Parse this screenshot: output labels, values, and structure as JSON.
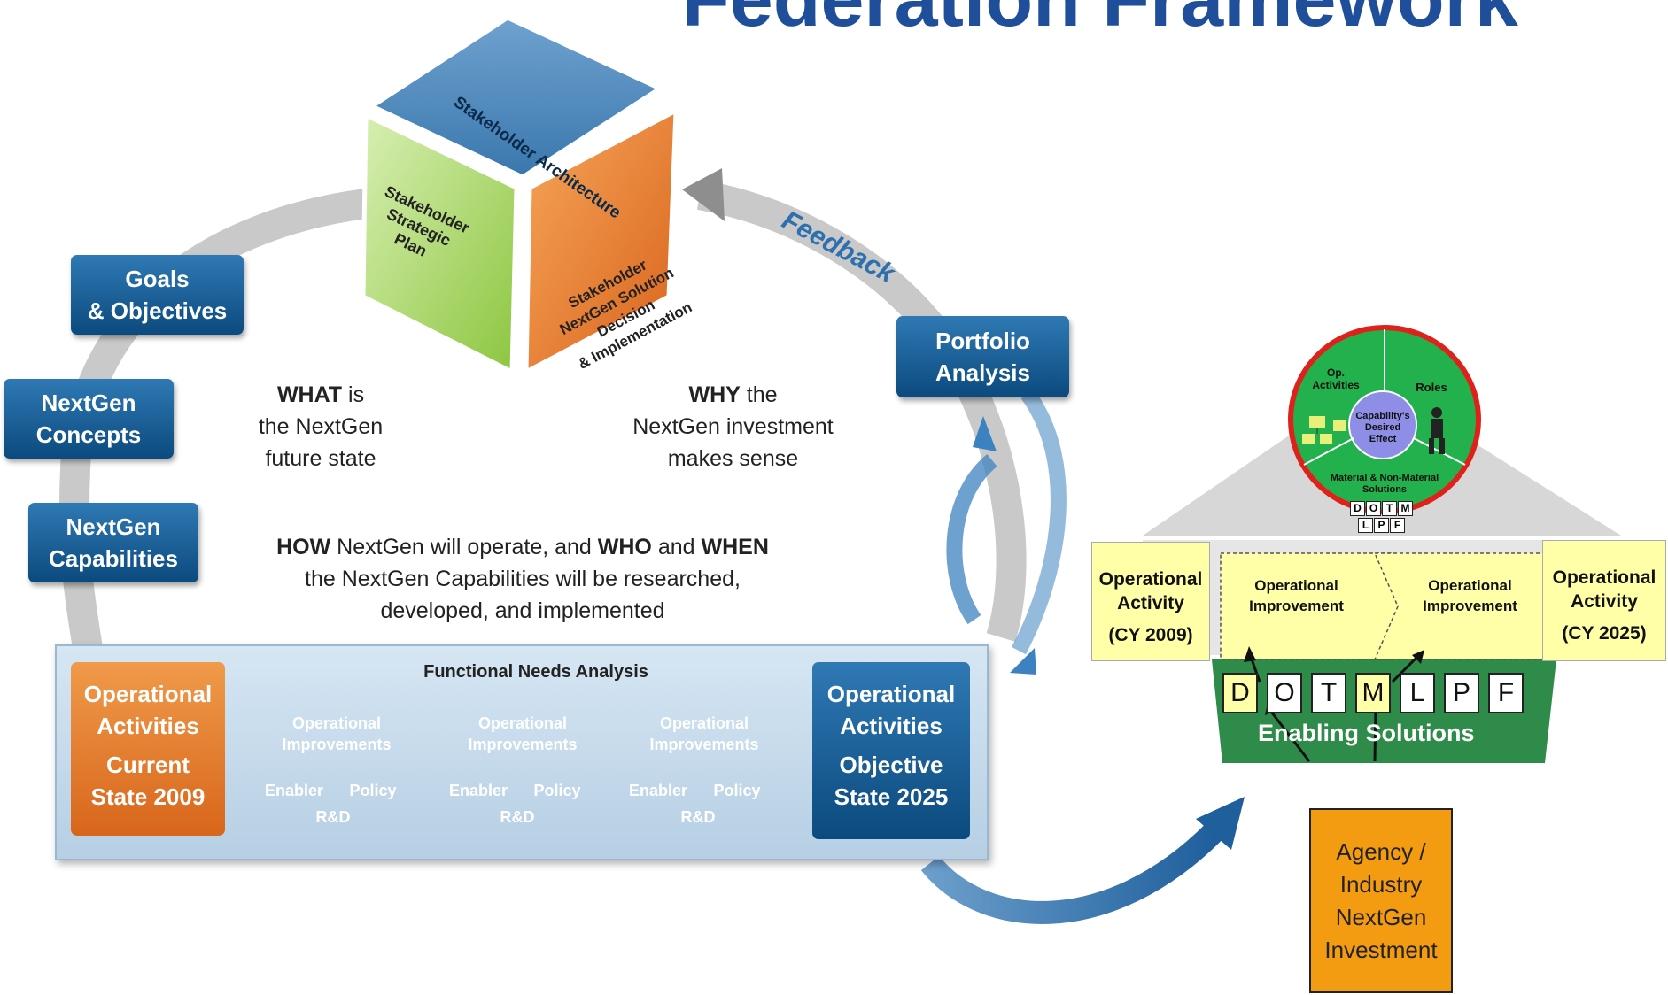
{
  "title": "Federation Framework",
  "cube": {
    "top": "Stakeholder Architecture",
    "left": [
      "Stakeholder",
      "Strategic",
      "Plan"
    ],
    "right": [
      "Stakeholder",
      "NextGen Solution",
      "Decision",
      "& Implementation"
    ]
  },
  "feedback": "Feedback",
  "boxes": {
    "goals": [
      "Goals",
      "& Objectives"
    ],
    "concepts": [
      "NextGen",
      "Concepts"
    ],
    "capabilities": [
      "NextGen",
      "Capabilities"
    ],
    "portfolio": [
      "Portfolio",
      "Analysis"
    ]
  },
  "statements": {
    "what": {
      "bold": "WHAT",
      "rest1": " is",
      "line2": "the NextGen",
      "line3": "future state"
    },
    "why": {
      "bold": "WHY",
      "rest1": " the",
      "line2": "NextGen investment",
      "line3": "makes sense"
    },
    "how": {
      "how": "HOW",
      "t1": " NextGen will operate, and ",
      "who": "WHO",
      "t2": " and ",
      "when": "WHEN",
      "line2": "the NextGen Capabilities will be researched,",
      "line3": "developed, and implemented"
    }
  },
  "fna": {
    "title": "Functional Needs Analysis",
    "current": [
      "Operational",
      "Activities",
      "Current",
      "State 2009"
    ],
    "objective": [
      "Operational",
      "Activities",
      "Objective",
      "State 2025"
    ],
    "improvements": [
      {
        "label1": "Operational",
        "label2": "Improvements",
        "enabler": "Enabler",
        "policy": "Policy",
        "rd": "R&D"
      },
      {
        "label1": "Operational",
        "label2": "Improvements",
        "enabler": "Enabler",
        "policy": "Policy",
        "rd": "R&D"
      },
      {
        "label1": "Operational",
        "label2": "Improvements",
        "enabler": "Enabler",
        "policy": "Policy",
        "rd": "R&D"
      }
    ]
  },
  "capability": {
    "op_activities": [
      "Op.",
      "Activities"
    ],
    "roles": "Roles",
    "center": [
      "Capability's",
      "Desired",
      "Effect"
    ],
    "solutions": [
      "Material & Non-Material",
      "Solutions"
    ],
    "mini_dotm": [
      "D",
      "O",
      "T",
      "M"
    ],
    "mini_lpf": [
      "L",
      "P",
      "F"
    ]
  },
  "right_diagram": {
    "op_activity_left": [
      "Operational",
      "Activity",
      "(CY 2009)"
    ],
    "op_improvement_1": [
      "Operational",
      "Improvement"
    ],
    "op_improvement_2": [
      "Operational",
      "Improvement"
    ],
    "op_activity_right": [
      "Operational",
      "Activity",
      "(CY 2025)"
    ],
    "dotmlpf": [
      "D",
      "O",
      "T",
      "M",
      "L",
      "P",
      "F"
    ],
    "enabling": "Enabling Solutions",
    "agency": [
      "Agency /",
      "Industry",
      "NextGen",
      "Investment"
    ]
  },
  "colors": {
    "blue_box": "#0b4a7e",
    "orange": "#e07424",
    "green": "#8cc63f",
    "cube_top": "#4b86b9",
    "title": "#1f4e9a",
    "yellow": "#ffffa8",
    "agency": "#f39c12"
  }
}
